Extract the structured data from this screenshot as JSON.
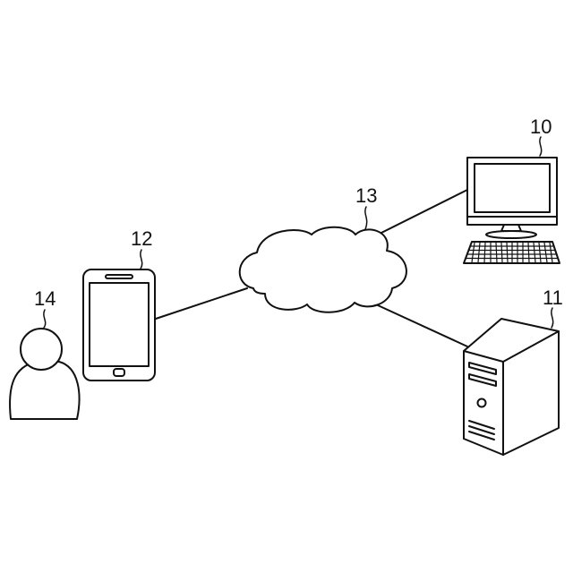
{
  "references": {
    "computer": "10",
    "server": "11",
    "smartphone": "12",
    "network": "13",
    "user": "14"
  },
  "colors": {
    "stroke": "#111111",
    "fill": "#ffffff"
  },
  "icons": [
    "monitor-icon",
    "keyboard-icon",
    "server-tower-icon",
    "smartphone-icon",
    "cloud-icon",
    "user-icon"
  ]
}
